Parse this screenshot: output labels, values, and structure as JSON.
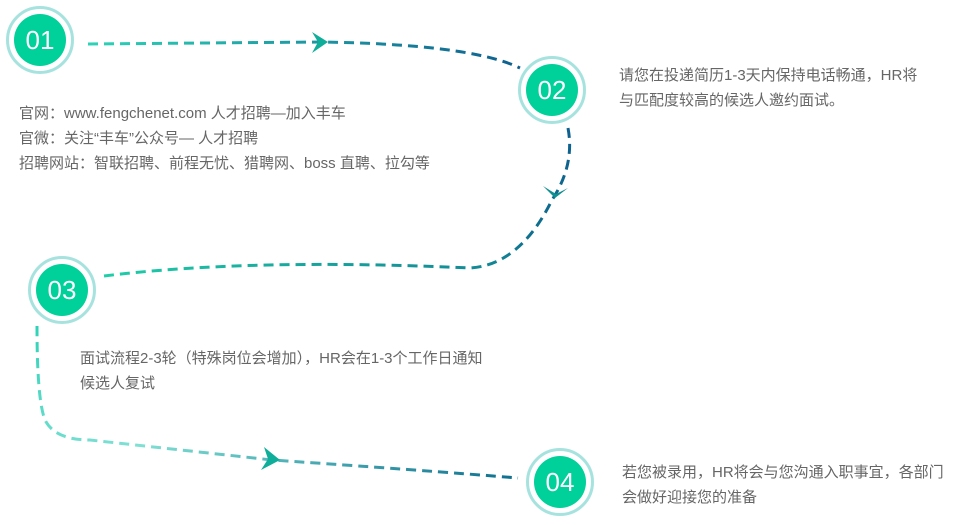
{
  "steps": [
    {
      "number": "01",
      "lines": [
        "官网：www.fengchenet.com 人才招聘—加入丰车",
        "官微：关注“丰车”公众号— 人才招聘",
        "招聘网站：智联招聘、前程无忧、猎聘网、boss 直聘、拉勾等"
      ]
    },
    {
      "number": "02",
      "lines": [
        "请您在投递简历1-3天内保持电话畅通，HR将",
        "与匹配度较高的候选人邀约面试。"
      ]
    },
    {
      "number": "03",
      "lines": [
        "面试流程2-3轮（特殊岗位会增加），HR会在1-3个工作日通知",
        "候选人复试"
      ]
    },
    {
      "number": "04",
      "lines": [
        "若您被录用，HR将会与您沟通入职事宜，各部门",
        "会做好迎接您的准备"
      ]
    }
  ],
  "colors": {
    "accent": "#00d09a",
    "ring": "#a6e3df",
    "path_start": "#2ed3b7",
    "path_end": "#0e5f8f",
    "text": "#666666"
  }
}
